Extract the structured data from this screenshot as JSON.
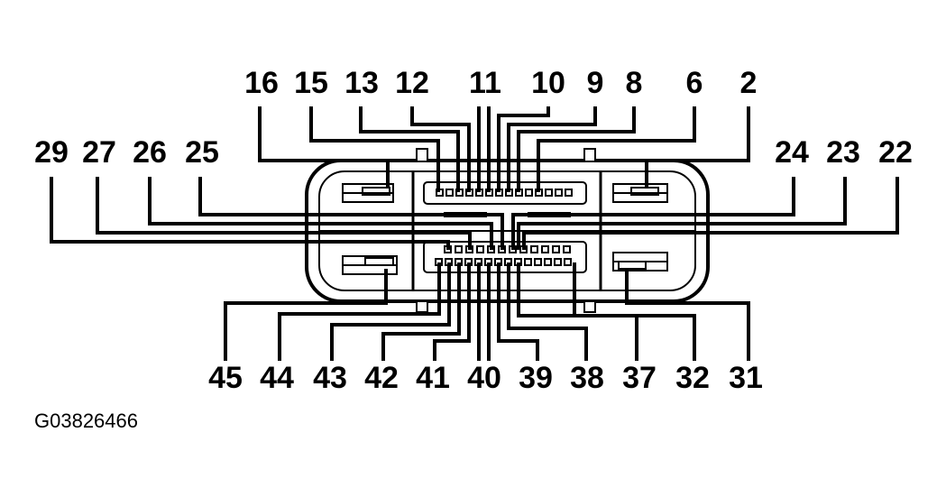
{
  "figure_id": "G03826466",
  "pins_top": [
    "16",
    "15",
    "13",
    "12",
    "11",
    "10",
    "9",
    "8",
    "6",
    "2"
  ],
  "pins_left": [
    "29",
    "27",
    "26",
    "25"
  ],
  "pins_right": [
    "24",
    "23",
    "22"
  ],
  "pins_bottom": [
    "45",
    "44",
    "43",
    "42",
    "41",
    "40",
    "39",
    "38",
    "37",
    "32",
    "31"
  ]
}
